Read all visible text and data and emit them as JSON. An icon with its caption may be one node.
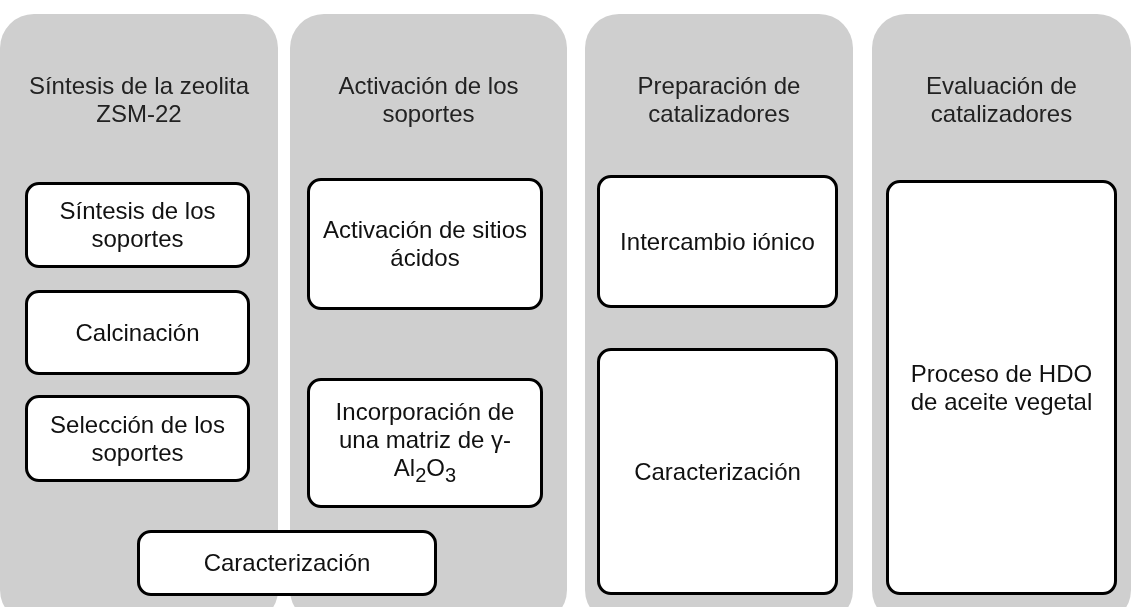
{
  "diagram": {
    "nodes": [
      {
        "text": [
          "Síntesis de la zeolita ZSM-22"
        ]
      },
      {
        "text": [
          "Síntesis de los soportes"
        ],
        "in": 0
      },
      {
        "text": [
          "Calcinación"
        ],
        "in": 0
      },
      {
        "text": [
          "Selección de los soportes"
        ],
        "in": 0
      },
      {
        "text": [
          "Activación de los soportes"
        ]
      },
      {
        "text": [
          "Activación de sitios ácidos"
        ],
        "in": 4
      },
      {
        "text": [
          "Incorporación de una matriz de γ-Al$_{2}$O$_{3}$"
        ],
        "in": 4
      },
      {
        "text": [
          "Caracterización"
        ]
      },
      {
        "text": [
          "Preparación de catalizadores"
        ]
      },
      {
        "text": [
          "Intercambio iónico"
        ],
        "in": 8
      },
      {
        "text": [
          "Caracterización"
        ],
        "in": 8
      },
      {
        "text": [
          "Evaluación de catalizadores"
        ]
      },
      {
        "text": [
          "Proceso de HDO de aceite vegetal"
        ],
        "in": 11
      }
    ]
  }
}
